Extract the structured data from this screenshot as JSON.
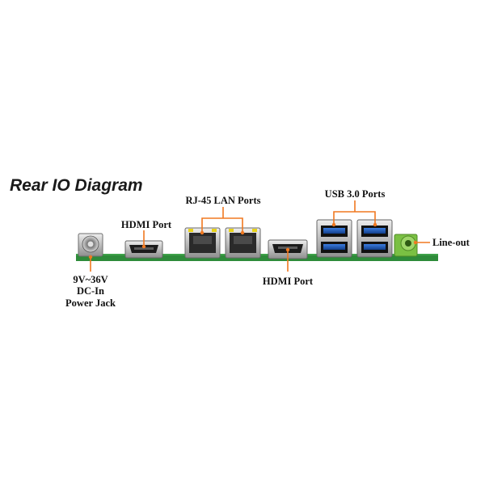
{
  "title": "Rear IO Diagram",
  "labels": {
    "dc_in_line1": "9V~36V",
    "dc_in_line2": "DC-In",
    "dc_in_line3": "Power Jack",
    "hdmi_left": "HDMI Port",
    "rj45": "RJ-45 LAN Ports",
    "hdmi_right": "HDMI Port",
    "usb": "USB 3.0 Ports",
    "line_out": "Line-out"
  },
  "colors": {
    "pcb": "#2e8b3a",
    "callout": "#f07820",
    "usb_blue": "#1f5fbf",
    "audio_green": "#7ac043",
    "metal": "#c8c8c8",
    "led_yellow": "#e8d21a"
  }
}
